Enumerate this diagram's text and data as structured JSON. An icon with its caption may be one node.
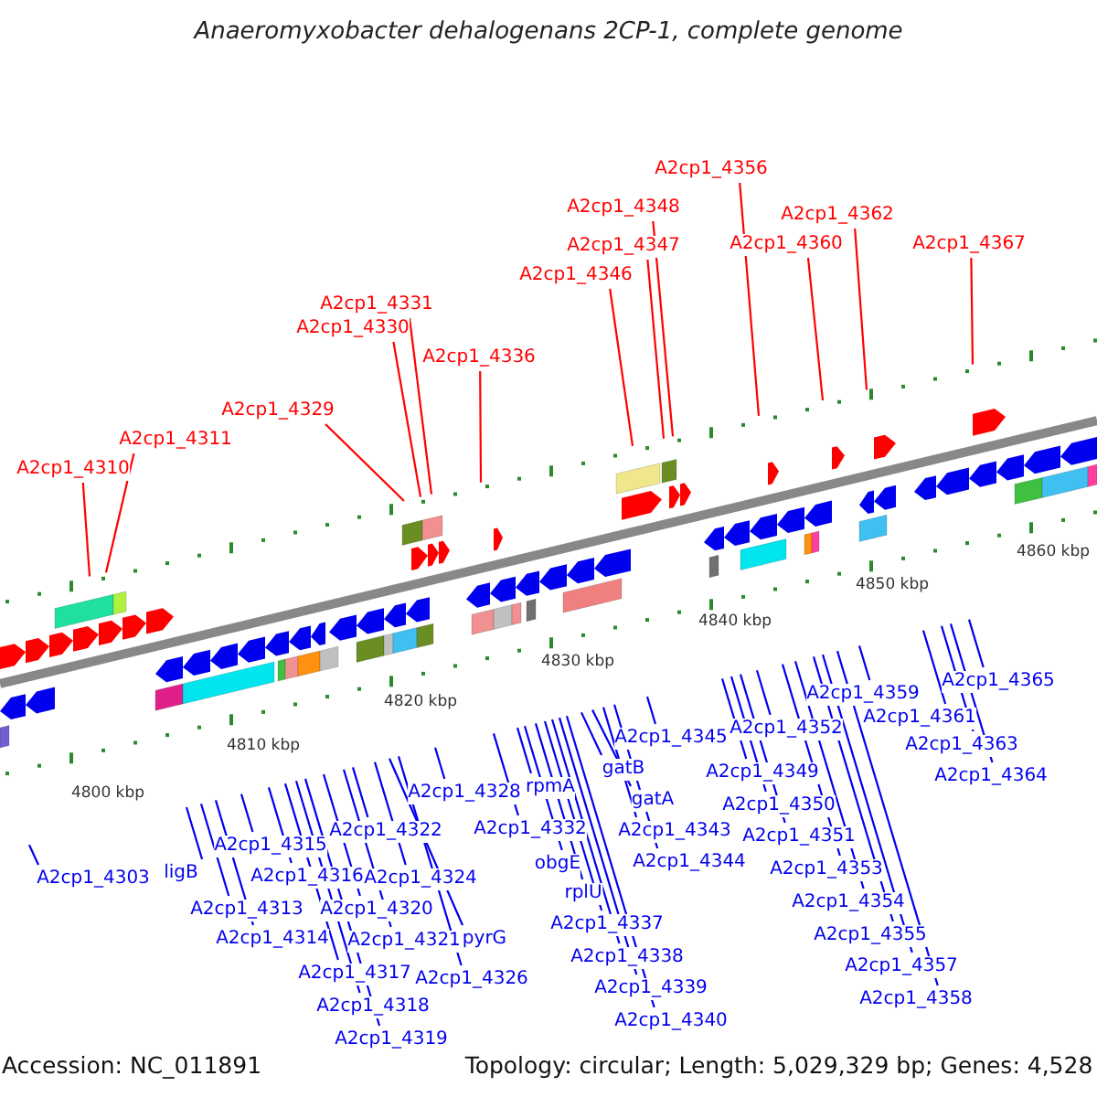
{
  "diagram": {
    "title": "Anaeromyxobacter dehalogenans 2CP-1, complete genome",
    "nodes": [
      {
        "text": [
          "A2cp1_4310"
        ]
      },
      {
        "text": [
          "A2cp1_4311"
        ]
      },
      {
        "text": [
          "A2cp1_4329"
        ]
      },
      {
        "text": [
          "A2cp1_4330"
        ]
      },
      {
        "text": [
          "A2cp1_4331"
        ]
      },
      {
        "text": [
          "A2cp1_4336"
        ]
      },
      {
        "text": [
          "A2cp1_4346"
        ]
      },
      {
        "text": [
          "A2cp1_4347"
        ]
      },
      {
        "text": [
          "A2cp1_4348"
        ]
      },
      {
        "text": [
          "A2cp1_4356"
        ]
      },
      {
        "text": [
          "A2cp1_4360"
        ]
      },
      {
        "text": [
          "A2cp1_4362"
        ]
      },
      {
        "text": [
          "A2cp1_4367"
        ]
      },
      {
        "text": [
          "A2cp1_4303"
        ]
      },
      {
        "text": [
          "ligB"
        ]
      },
      {
        "text": [
          "A2cp1_4313"
        ]
      },
      {
        "text": [
          "A2cp1_4314"
        ]
      },
      {
        "text": [
          "A2cp1_4315"
        ]
      },
      {
        "text": [
          "A2cp1_4316"
        ]
      },
      {
        "text": [
          "A2cp1_4317"
        ]
      },
      {
        "text": [
          "A2cp1_4318"
        ]
      },
      {
        "text": [
          "A2cp1_4319"
        ]
      },
      {
        "text": [
          "A2cp1_4320"
        ]
      },
      {
        "text": [
          "A2cp1_4321"
        ]
      },
      {
        "text": [
          "A2cp1_4322"
        ]
      },
      {
        "text": [
          "A2cp1_4324"
        ]
      },
      {
        "text": [
          "pyrG"
        ]
      },
      {
        "text": [
          "A2cp1_4326"
        ]
      },
      {
        "text": [
          "A2cp1_4328"
        ]
      },
      {
        "text": [
          "A2cp1_4332"
        ]
      },
      {
        "text": [
          "rpmA"
        ]
      },
      {
        "text": [
          "obgE"
        ]
      },
      {
        "text": [
          "rplU"
        ]
      },
      {
        "text": [
          "A2cp1_4337"
        ]
      },
      {
        "text": [
          "A2cp1_4338"
        ]
      },
      {
        "text": [
          "A2cp1_4339"
        ]
      },
      {
        "text": [
          "A2cp1_4340"
        ]
      },
      {
        "text": [
          "gatB"
        ]
      },
      {
        "text": [
          "gatA"
        ]
      },
      {
        "text": [
          "A2cp1_4343"
        ]
      },
      {
        "text": [
          "A2cp1_4344"
        ]
      },
      {
        "text": [
          "A2cp1_4345"
        ]
      },
      {
        "text": [
          "A2cp1_4349"
        ]
      },
      {
        "text": [
          "A2cp1_4350"
        ]
      },
      {
        "text": [
          "A2cp1_4351"
        ]
      },
      {
        "text": [
          "A2cp1_4352"
        ]
      },
      {
        "text": [
          "A2cp1_4353"
        ]
      },
      {
        "text": [
          "A2cp1_4354"
        ]
      },
      {
        "text": [
          "A2cp1_4355"
        ]
      },
      {
        "text": [
          "A2cp1_4357"
        ]
      },
      {
        "text": [
          "A2cp1_4358"
        ]
      },
      {
        "text": [
          "A2cp1_4359"
        ]
      },
      {
        "text": [
          "A2cp1_4361"
        ]
      },
      {
        "text": [
          "A2cp1_4363"
        ]
      },
      {
        "text": [
          "A2cp1_4364"
        ]
      },
      {
        "text": [
          "A2cp1_4365"
        ]
      }
    ],
    "edges": [
      {
        "from": 0,
        "to": null,
        "arrow": "none",
        "color": "#ff0000"
      },
      {
        "from": 1,
        "to": null,
        "arrow": "none",
        "color": "#ff0000"
      },
      {
        "from": 2,
        "to": null,
        "arrow": "none",
        "color": "#ff0000"
      },
      {
        "from": 3,
        "to": null,
        "arrow": "none",
        "color": "#ff0000"
      },
      {
        "from": 4,
        "to": null,
        "arrow": "none",
        "color": "#ff0000"
      },
      {
        "from": 5,
        "to": null,
        "arrow": "none",
        "color": "#ff0000"
      },
      {
        "from": 6,
        "to": null,
        "arrow": "none",
        "color": "#ff0000"
      },
      {
        "from": 7,
        "to": null,
        "arrow": "none",
        "color": "#ff0000"
      },
      {
        "from": 8,
        "to": null,
        "arrow": "none",
        "color": "#ff0000"
      },
      {
        "from": 9,
        "to": null,
        "arrow": "none",
        "color": "#ff0000"
      },
      {
        "from": 10,
        "to": null,
        "arrow": "none",
        "color": "#ff0000"
      },
      {
        "from": 11,
        "to": null,
        "arrow": "none",
        "color": "#ff0000"
      },
      {
        "from": 12,
        "to": null,
        "arrow": "none",
        "color": "#ff0000"
      },
      {
        "from": 13,
        "to": null,
        "arrow": "none"
      },
      {
        "from": 14,
        "to": null,
        "arrow": "none"
      },
      {
        "from": 15,
        "to": null,
        "arrow": "none"
      },
      {
        "from": 16,
        "to": null,
        "arrow": "none"
      },
      {
        "from": 17,
        "to": null,
        "arrow": "none"
      },
      {
        "from": 18,
        "to": null,
        "arrow": "none"
      },
      {
        "from": 19,
        "to": null,
        "arrow": "none"
      },
      {
        "from": 20,
        "to": null,
        "arrow": "none"
      },
      {
        "from": 21,
        "to": null,
        "arrow": "none"
      },
      {
        "from": 22,
        "to": null,
        "arrow": "none"
      },
      {
        "from": 23,
        "to": null,
        "arrow": "none"
      },
      {
        "from": 24,
        "to": null,
        "arrow": "none"
      },
      {
        "from": 25,
        "to": null,
        "arrow": "none"
      },
      {
        "from": 26,
        "to": null,
        "arrow": "none"
      },
      {
        "from": 27,
        "to": null,
        "arrow": "none"
      },
      {
        "from": 28,
        "to": null,
        "arrow": "none"
      },
      {
        "from": 29,
        "to": null,
        "arrow": "none"
      },
      {
        "from": 30,
        "to": null,
        "arrow": "none"
      },
      {
        "from": 31,
        "to": null,
        "arrow": "none"
      },
      {
        "from": 32,
        "to": null,
        "arrow": "none"
      },
      {
        "from": 33,
        "to": null,
        "arrow": "none"
      },
      {
        "from": 34,
        "to": null,
        "arrow": "none"
      },
      {
        "from": 35,
        "to": null,
        "arrow": "none"
      },
      {
        "from": 36,
        "to": null,
        "arrow": "none"
      },
      {
        "from": 37,
        "to": null,
        "arrow": "none"
      },
      {
        "from": 38,
        "to": null,
        "arrow": "none"
      },
      {
        "from": 39,
        "to": null,
        "arrow": "none"
      },
      {
        "from": 40,
        "to": null,
        "arrow": "none"
      },
      {
        "from": 41,
        "to": null,
        "arrow": "none"
      },
      {
        "from": 42,
        "to": null,
        "arrow": "none"
      },
      {
        "from": 43,
        "to": null,
        "arrow": "none"
      },
      {
        "from": 44,
        "to": null,
        "arrow": "none"
      },
      {
        "from": 45,
        "to": null,
        "arrow": "none"
      },
      {
        "from": 46,
        "to": null,
        "arrow": "none"
      },
      {
        "from": 47,
        "to": null,
        "arrow": "none"
      },
      {
        "from": 48,
        "to": null,
        "arrow": "none"
      },
      {
        "from": 49,
        "to": null,
        "arrow": "none"
      },
      {
        "from": 50,
        "to": null,
        "arrow": "none"
      },
      {
        "from": 51,
        "to": null,
        "arrow": "none"
      },
      {
        "from": 52,
        "to": null,
        "arrow": "none"
      },
      {
        "from": 53,
        "to": null,
        "arrow": "none"
      },
      {
        "from": 54,
        "to": null,
        "arrow": "none"
      },
      {
        "from": 55,
        "to": null,
        "arrow": "none"
      }
    ],
    "labels": [
      "4800 kbp",
      "4810 kbp",
      "4820 kbp",
      "4830 kbp",
      "4840 kbp",
      "4850 kbp",
      "4860 kbp",
      "Accession: NC_011891",
      "Topology: circular; Length: 5,029,329 bp; Genes: 4,528"
    ]
  }
}
